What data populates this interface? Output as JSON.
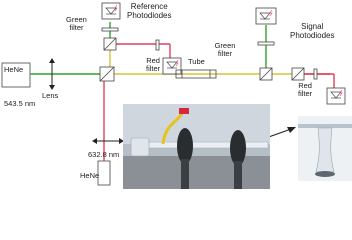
{
  "labels": {
    "green_filter_left": "Green\nfilter",
    "reference_photodiodes": "Reference\nPhotodiodes",
    "red_filter_left": "Red\nfilter",
    "green_filter_right": "Green filter",
    "signal_photodiodes": "Signal\nPhotodiodes",
    "red_filter_right": "Red\nfilter",
    "tube": "Tube",
    "lens": "Lens",
    "hene_top": "HeNe",
    "wavelength_green": "543.5 nm",
    "wavelength_red": "632.8 nm",
    "hene_bottom": "HeNe"
  },
  "colors": {
    "green_beam": "#33a02c",
    "red_beam": "#e0405a",
    "yellow_beam": "#d8c43a",
    "component": "#444444"
  },
  "icons": {
    "photodiode": "photodiode-icon",
    "beamsplitter": "beamsplitter-icon",
    "lens": "lens-arrow-icon"
  }
}
